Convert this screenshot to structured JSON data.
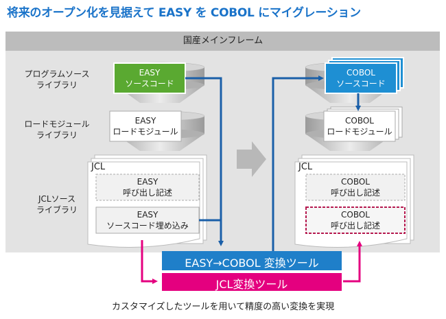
{
  "title": "将来のオープン化を見据えて EASY を COBOL にマイグレーション",
  "mainframe_label": "国産メインフレーム",
  "row_labels": {
    "program_source_1": "プログラムソース",
    "program_source_2": "ライブラリ",
    "load_module_1": "ロードモジュール",
    "load_module_2": "ライブラリ",
    "jcl_source_1": "JCLソース",
    "jcl_source_2": "ライブラリ"
  },
  "easy": {
    "source_1": "EASY",
    "source_2": "ソースコード",
    "load_1": "EASY",
    "load_2": "ロードモジュール",
    "jcl_label": "JCL",
    "call_1": "EASY",
    "call_2": "呼び出し記述",
    "embed_1": "EASY",
    "embed_2": "ソースコード埋め込み"
  },
  "cobol": {
    "source_1": "COBOL",
    "source_2": "ソースコード",
    "load_1": "COBOL",
    "load_2": "ロードモジュール",
    "jcl_label": "JCL",
    "call_1": "COBOL",
    "call_2": "呼び出し記述",
    "call2_1": "COBOL",
    "call2_2": "呼び出し記述"
  },
  "tools": {
    "easy_cobol": "EASY→COBOL 変換ツール",
    "jcl": "JCL変換ツール"
  },
  "footer": "カスタマイズしたツールを用いて精度の高い変換を実現",
  "colors": {
    "title": "#1a73c9",
    "blue": "#1a5fa8",
    "green": "#5aa931",
    "cobol_blue": "#1e8fd3",
    "pink": "#e4007f",
    "tool_blue": "#1f7fc9",
    "gray_band": "#bcbcbc"
  }
}
